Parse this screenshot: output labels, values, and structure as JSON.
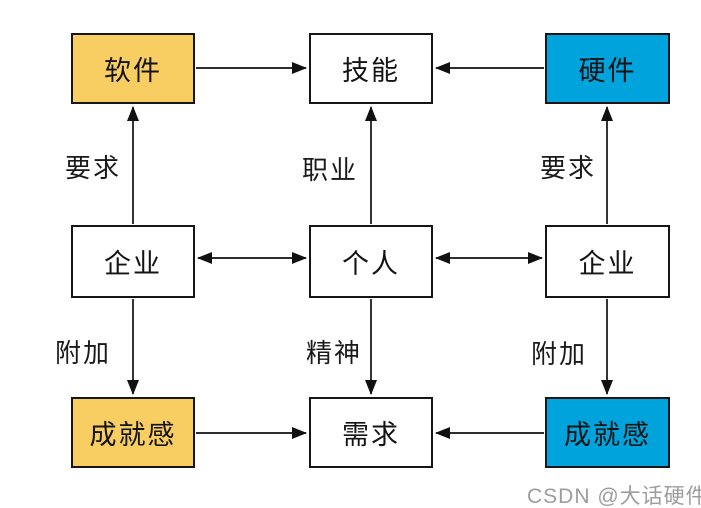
{
  "diagram": {
    "boxes": {
      "software": {
        "label": "软件",
        "fill": "#F8CE63"
      },
      "skill": {
        "label": "技能",
        "fill": "#FFFFFF"
      },
      "hardware": {
        "label": "硬件",
        "fill": "#00A3DC"
      },
      "company_left": {
        "label": "企业",
        "fill": "#FFFFFF"
      },
      "person": {
        "label": "个人",
        "fill": "#FFFFFF"
      },
      "company_right": {
        "label": "企业",
        "fill": "#FFFFFF"
      },
      "achievement_left": {
        "label": "成就感",
        "fill": "#F8CE63"
      },
      "demand": {
        "label": "需求",
        "fill": "#FFFFFF"
      },
      "achievement_right": {
        "label": "成就感",
        "fill": "#00A3DC"
      }
    },
    "edge_labels": {
      "requirement_left": "要求",
      "career": "职业",
      "requirement_right": "要求",
      "additional_left": "附加",
      "spirit": "精神",
      "additional_right": "附加"
    },
    "edges": [
      {
        "from": "software",
        "to": "skill",
        "arrows": "one-way"
      },
      {
        "from": "hardware",
        "to": "skill",
        "arrows": "one-way"
      },
      {
        "from": "company_left",
        "to": "software",
        "arrows": "one-way",
        "label": "要求"
      },
      {
        "from": "person",
        "to": "skill",
        "arrows": "one-way",
        "label": "职业"
      },
      {
        "from": "company_right",
        "to": "hardware",
        "arrows": "one-way",
        "label": "要求"
      },
      {
        "from": "company_left",
        "to": "person",
        "arrows": "two-way"
      },
      {
        "from": "person",
        "to": "company_right",
        "arrows": "two-way"
      },
      {
        "from": "company_left",
        "to": "achievement_left",
        "arrows": "one-way",
        "label": "附加"
      },
      {
        "from": "person",
        "to": "demand",
        "arrows": "one-way",
        "label": "精神"
      },
      {
        "from": "company_right",
        "to": "achievement_right",
        "arrows": "one-way",
        "label": "附加"
      },
      {
        "from": "achievement_left",
        "to": "demand",
        "arrows": "one-way"
      },
      {
        "from": "achievement_right",
        "to": "demand",
        "arrows": "one-way"
      }
    ],
    "colors": {
      "yellow": "#F8CE63",
      "blue": "#00A3DC",
      "box_border": "#161616",
      "arrow": "#111111",
      "background": "#FFFFFF",
      "watermark_gray": "#9D9D9D"
    },
    "watermark": {
      "text": "CSDN @大话硬件"
    }
  }
}
